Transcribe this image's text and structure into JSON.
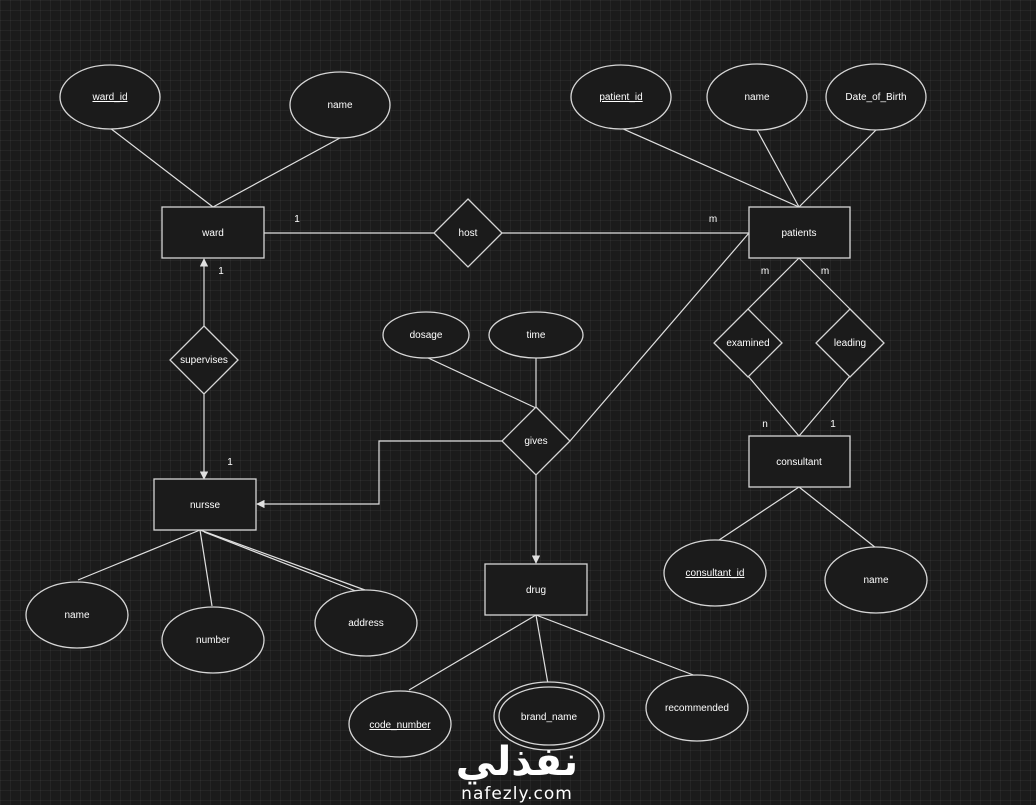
{
  "entities": {
    "ward": "ward",
    "patients": "patients",
    "nursse": "nursse",
    "drug": "drug",
    "consultant": "consultant"
  },
  "relationships": {
    "host": "host",
    "supervises": "supervises",
    "gives": "gives",
    "examined": "examined",
    "leading": "leading"
  },
  "attributes": {
    "ward_id": "ward_id",
    "ward_name": "name",
    "patient_id": "patient_id",
    "patient_name": "name",
    "date_of_birth": "Date_of_Birth",
    "dosage": "dosage",
    "time": "time",
    "nurse_name": "name",
    "nurse_number": "number",
    "nurse_address": "address",
    "code_number": "code_number",
    "brand_name": "brand_name",
    "recommended": "recommended",
    "consultant_id": "consultant_id",
    "consultant_name": "name"
  },
  "cardinalities": {
    "host_ward": "1",
    "host_patients": "m",
    "supervises_ward": "1",
    "supervises_nurse": "1",
    "examined_patients": "m",
    "leading_patients": "m",
    "examined_consultant": "n",
    "leading_consultant": "1"
  },
  "watermark": {
    "arabic": "نفذلي",
    "latin": "nafezly.com"
  },
  "colors": {
    "background": "#1b1b1b",
    "stroke": "#d6d6d6",
    "text": "#ffffff"
  }
}
